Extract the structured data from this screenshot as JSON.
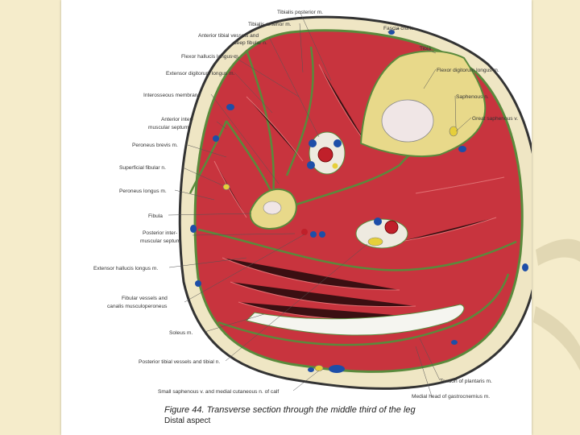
{
  "labels": {
    "tibialis_posterior": "Tibialis posterior m.",
    "tibialis_anterior": "Tibialis anterior m.",
    "ant_tibial_vessels": "Anterior tibial vessels and",
    "ant_tibial_vessels_2": "deep fibular n.",
    "flexor_hallucis": "Flexor hallucis longus m.",
    "extensor_digitorum": "Extensor digitorum longus m.",
    "interosseous": "Interosseous membrane",
    "ant_intermusc_1": "Anterior inter-",
    "ant_intermusc_2": "muscular septum",
    "peroneus_brevis": "Peroneus brevis m.",
    "superficial_fibular": "Superficial fibular n.",
    "peroneus_longus": "Peroneus longus m.",
    "fibula": "Fibula",
    "post_intermusc_1": "Posterior inter-",
    "post_intermusc_2": "muscular septum",
    "ext_hallucis": "Extensor hallucis longus m.",
    "fibular_vessels_1": "Fibular vessels and",
    "fibular_vessels_2": "canalis musculoperoneus",
    "soleus": "Soleus m.",
    "post_tibial_vessels": "Posterior tibial vessels and tibial n.",
    "small_saphenous": "Small saphenous v. and medial cutaneous n. of calf",
    "fascia_cruris": "Fascia cruris",
    "tibia": "Tibia",
    "flexor_digitorum": "Flexor digitorum longus m.",
    "saphenous_n": "Saphenous n.",
    "great_saphenous": "Great saphenous v.",
    "tendon_plantaris": "Tendon of plantaris m.",
    "medial_head": "Medial head of gastrocnemius m."
  },
  "caption": {
    "title": "Figure 44. Transverse section through the middle third of the leg",
    "subtitle": "Distal aspect"
  },
  "colors": {
    "muscle": "#c8343e",
    "fascia": "#5a8a3c",
    "bone": "#e8d98a",
    "skin": "#efe6c4",
    "vein": "#1d4ea8",
    "artery": "#c0202a",
    "nerve": "#e6cf3a"
  }
}
